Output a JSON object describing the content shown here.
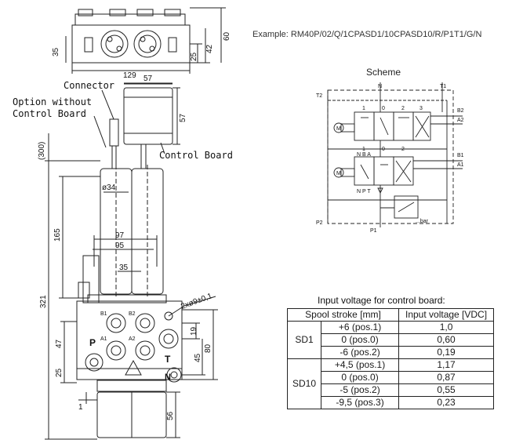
{
  "example_label": "Example: RM40P/02/Q/1CPASD1/10CPASD10/R/P1T1/G/N",
  "scheme_title": "Scheme",
  "table_title": "Input voltage for control board:",
  "table": {
    "headers": [
      "Spool stroke [mm]",
      "Input voltage [VDC]"
    ],
    "groups": [
      {
        "name": "SD1",
        "rows": [
          {
            "stroke": "+6 (pos.1)",
            "voltage": "1,0"
          },
          {
            "stroke": "0 (pos.0)",
            "voltage": "0,60"
          },
          {
            "stroke": "-6 (pos.2)",
            "voltage": "0,19"
          }
        ]
      },
      {
        "name": "SD10",
        "rows": [
          {
            "stroke": "+4,5 (pos.1)",
            "voltage": "1,17"
          },
          {
            "stroke": "0 (pos.0)",
            "voltage": "0,87"
          },
          {
            "stroke": "-5 (pos.2)",
            "voltage": "0,55"
          },
          {
            "stroke": "-9,5 (pos.3)",
            "voltage": "0,23"
          }
        ]
      }
    ]
  },
  "drawing": {
    "callouts": {
      "connector": "Connector",
      "option_line1": "Option without",
      "option_line2": "Control Board",
      "control_board": "Control Board"
    },
    "dims": {
      "top_width": "129",
      "top_height_35": "35",
      "top_height_25": "25",
      "top_height_42": "42",
      "top_height_60": "60",
      "board_width": "57",
      "board_height": "57",
      "cable_len": "(300)",
      "dia34": "ø34",
      "len165": "165",
      "len321": "321",
      "w97": "97",
      "w95": "95",
      "w35": "35",
      "holes": "2xø9±0,1",
      "h47": "47",
      "h25": "25",
      "h1": "1",
      "h19": "19",
      "h45": "45",
      "h80": "80",
      "h56": "56"
    },
    "port_labels": {
      "p": "P",
      "t": "T",
      "n": "N",
      "b1": "B1",
      "a1": "A1",
      "b2": "B2",
      "a2": "A2"
    }
  },
  "scheme": {
    "n": "N",
    "t1": "T1",
    "t2": "T2",
    "p1": "P1",
    "p2": "P2",
    "b1": "B1",
    "a1": "A1",
    "b2": "B2",
    "a2": "A2",
    "nba": "N B A",
    "npt": "N P T",
    "pos1": "1",
    "pos0": "0",
    "pos2": "2",
    "pos3": "3",
    "motor": "M",
    "bar": "...bar"
  }
}
